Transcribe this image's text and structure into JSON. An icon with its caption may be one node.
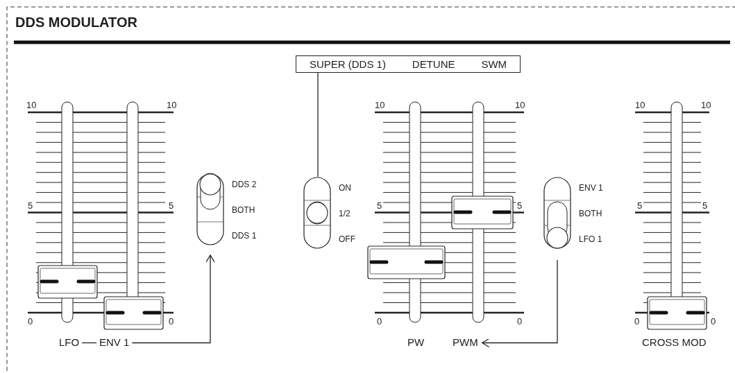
{
  "diagram": {
    "title": "DDS MODULATOR",
    "nodes": [
      {
        "text": [
          "SUPER (DDS 1)",
          "DETUNE",
          "SWM"
        ]
      },
      {
        "text": [],
        "shape": "switch",
        "beside": [
          "DDS 2",
          "BOTH",
          "DDS 1"
        ]
      },
      {
        "text": [],
        "shape": "switch",
        "beside": [
          "ON",
          "1/2",
          "OFF"
        ]
      },
      {
        "text": [],
        "shape": "switch",
        "beside": [
          "ENV 1",
          "BOTH",
          "LFO 1"
        ]
      },
      {
        "text": [
          "LFO"
        ]
      },
      {
        "text": [
          "ENV 1"
        ]
      },
      {
        "text": [
          "PWM"
        ]
      }
    ],
    "edges": [
      {
        "from": 0,
        "to": 2,
        "arrow": "none"
      },
      {
        "from": 4,
        "to": 5,
        "arrow": "none"
      },
      {
        "from": 5,
        "to": 1,
        "arrow": "to"
      },
      {
        "from": 3,
        "to": 6,
        "arrow": "to"
      }
    ],
    "labels": [
      "10",
      "10",
      "10",
      "10",
      "10",
      "10",
      "5",
      "5",
      "5",
      "5",
      "5",
      "5",
      "0",
      "0",
      "0",
      "0",
      "0",
      "0",
      "PW",
      "CROSS MOD"
    ]
  }
}
